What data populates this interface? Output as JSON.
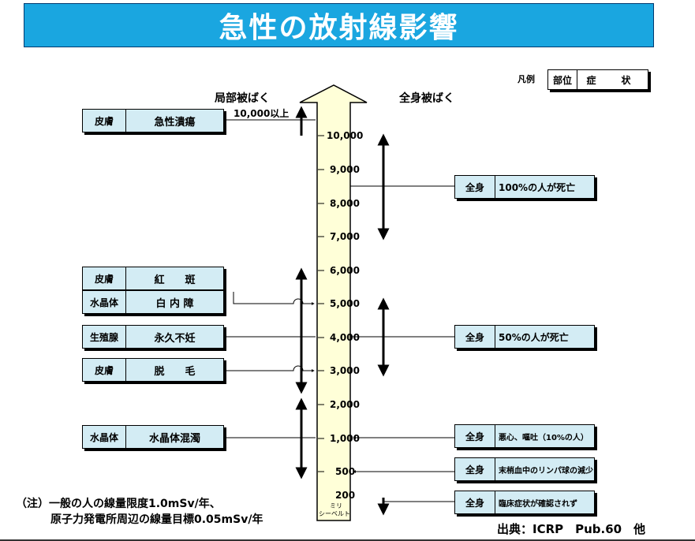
{
  "title": "急性の放射線影響",
  "headers": {
    "local": "局部被ばく",
    "whole": "全身被ばく"
  },
  "legend": {
    "label": "凡例",
    "part": "部位",
    "symptom": "症　状"
  },
  "scale": {
    "ticks": [
      "10,000",
      "9,000",
      "8,000",
      "7,000",
      "6,000",
      "5,000",
      "4,000",
      "3,000",
      "2,000",
      "1,000",
      "500",
      "200"
    ],
    "unit_line1": "ミリ",
    "unit_line2": "シーベルト",
    "top_label": "10,000以上"
  },
  "local_items": [
    {
      "part": "皮膚",
      "symptom": "急性潰瘍"
    },
    {
      "part": "皮膚",
      "symptom": "紅　　斑"
    },
    {
      "part": "水晶体",
      "symptom": "白 内 障"
    },
    {
      "part": "生殖腺",
      "symptom": "永久不妊"
    },
    {
      "part": "皮膚",
      "symptom": "脱　　毛"
    },
    {
      "part": "水晶体",
      "symptom": "水晶体混濁"
    }
  ],
  "whole_items": [
    {
      "part": "全身",
      "symptom": "100%の人が死亡"
    },
    {
      "part": "全身",
      "symptom": "50%の人が死亡"
    },
    {
      "part": "全身",
      "symptom": "悪心、嘔吐（10%の人）"
    },
    {
      "part": "全身",
      "symptom": "末梢血中のリンパ球の減少"
    },
    {
      "part": "全身",
      "symptom": "臨床症状が確認されず"
    }
  ],
  "note": {
    "line1": "（注）一般の人の線量限度1.0mSv/年、",
    "line2": "原子力発電所周辺の線量目標0.05mSv/年"
  },
  "source": "出典：ICRP　Pub.60　他",
  "colors": {
    "title_bg": "#1aa6e0",
    "arrow_fill": "#ffffd8",
    "box_fill": "#d3ecf4"
  }
}
